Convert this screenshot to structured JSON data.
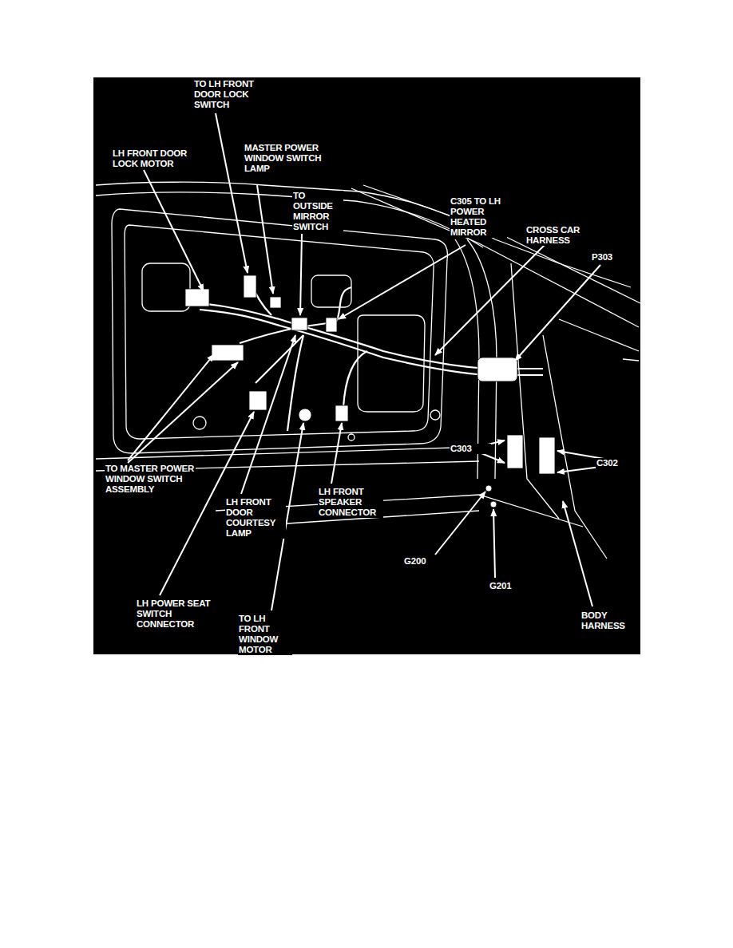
{
  "diagram": {
    "labels": [
      "TO LH FRONT DOOR LOCK SWITCH",
      "LH FRONT DOOR LOCK MOTOR",
      "MASTER POWER WINDOW SWITCH LAMP",
      "TO OUTSIDE MIRROR SWITCH",
      "C305 TO LH POWER HEATED MIRROR",
      "CROSS CAR HARNESS",
      "P303",
      "C303",
      "C302",
      "TO MASTER POWER WINDOW SWITCH ASSEMBLY",
      "LH FRONT DOOR COURTESY LAMP",
      "LH FRONT SPEAKER CONNECTOR",
      "G200",
      "G201",
      "BODY HARNESS",
      "LH POWER SEAT SWITCH CONNECTOR",
      "TO LH FRONT WINDOW MOTOR"
    ]
  }
}
